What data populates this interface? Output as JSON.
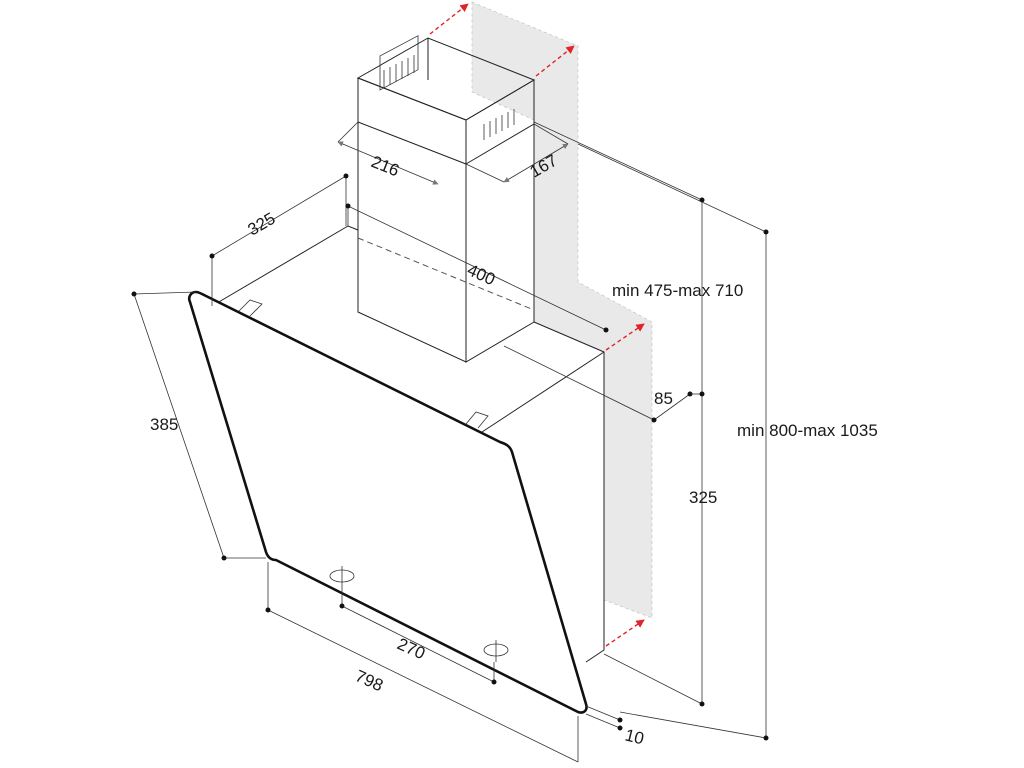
{
  "dimensions": {
    "chimney_width": "216",
    "chimney_depth": "167",
    "hood_depth_top": "325",
    "hood_width_top": "400",
    "range_upper": "min 475-max 710",
    "range_total": "min 800-max 1035",
    "offset_85": "85",
    "panel_height": "385",
    "height_325": "325",
    "control_spacing": "270",
    "hood_width": "798",
    "offset_10": "10"
  }
}
